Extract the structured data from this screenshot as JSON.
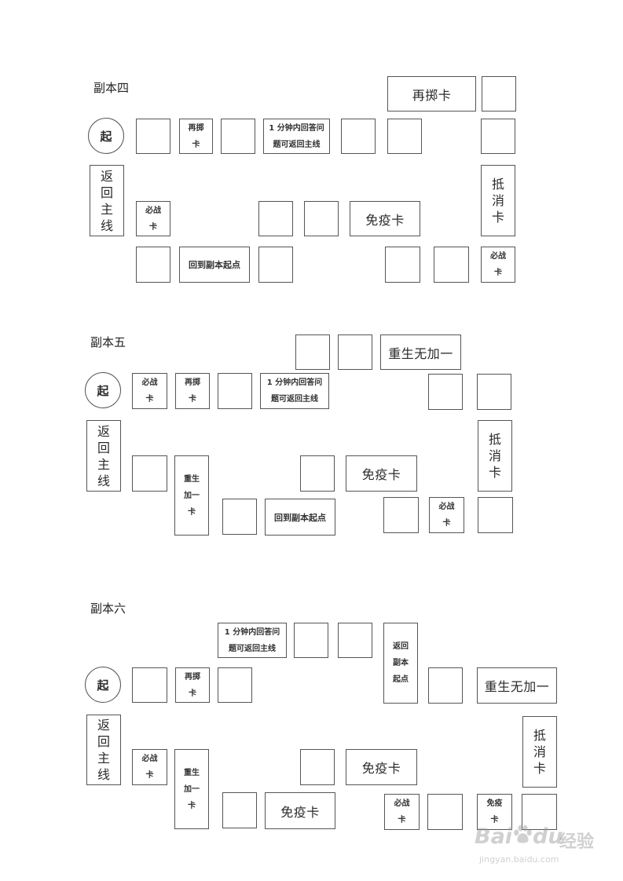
{
  "sections": [
    {
      "title": "副本四",
      "cells": [
        [
          "再掷卡"
        ],
        [],
        [
          "起"
        ],
        [],
        [
          "再掷",
          "卡"
        ],
        [],
        [
          "1 分钟内回答问",
          "题可返回主线"
        ],
        [],
        [],
        [],
        [
          "返回主线"
        ],
        [
          "抵消卡"
        ],
        [
          "必战",
          "卡"
        ],
        [],
        [],
        [
          "免疫卡"
        ],
        [],
        [
          "回到副本起点"
        ],
        [],
        [],
        [],
        [
          "必战",
          "卡"
        ]
      ]
    },
    {
      "title": "副本五",
      "cells": [
        [],
        [],
        [
          "重生无加一"
        ],
        [
          "起"
        ],
        [
          "必战",
          "卡"
        ],
        [
          "再掷",
          "卡"
        ],
        [],
        [
          "1 分钟内回答问",
          "题可返回主线"
        ],
        [],
        [],
        [
          "返回主线"
        ],
        [
          "抵消卡"
        ],
        [],
        [
          "重生",
          "加一",
          "卡"
        ],
        [],
        [
          "免疫卡"
        ],
        [],
        [
          "回到副本起点"
        ],
        [],
        [
          "必战",
          "卡"
        ],
        []
      ]
    },
    {
      "title": "副本六",
      "cells": [
        [
          "1 分钟内回答问",
          "题可返回主线"
        ],
        [],
        [],
        [
          "返回",
          "副本",
          "起点"
        ],
        [
          "起"
        ],
        [],
        [
          "再掷",
          "卡"
        ],
        [],
        [],
        [
          "重生无加一"
        ],
        [
          "返回主线"
        ],
        [
          "抵消卡"
        ],
        [
          "必战",
          "卡"
        ],
        [
          "重生",
          "加一",
          "卡"
        ],
        [],
        [
          "免疫卡"
        ],
        [],
        [
          "免疫卡"
        ],
        [
          "必战",
          "卡"
        ],
        [],
        [
          "免疫",
          "卡"
        ],
        []
      ]
    }
  ],
  "watermark": {
    "brand_left": "Bai",
    "brand_right": "du",
    "brand_cn": "经验",
    "url": "jingyan.baidu.com"
  }
}
